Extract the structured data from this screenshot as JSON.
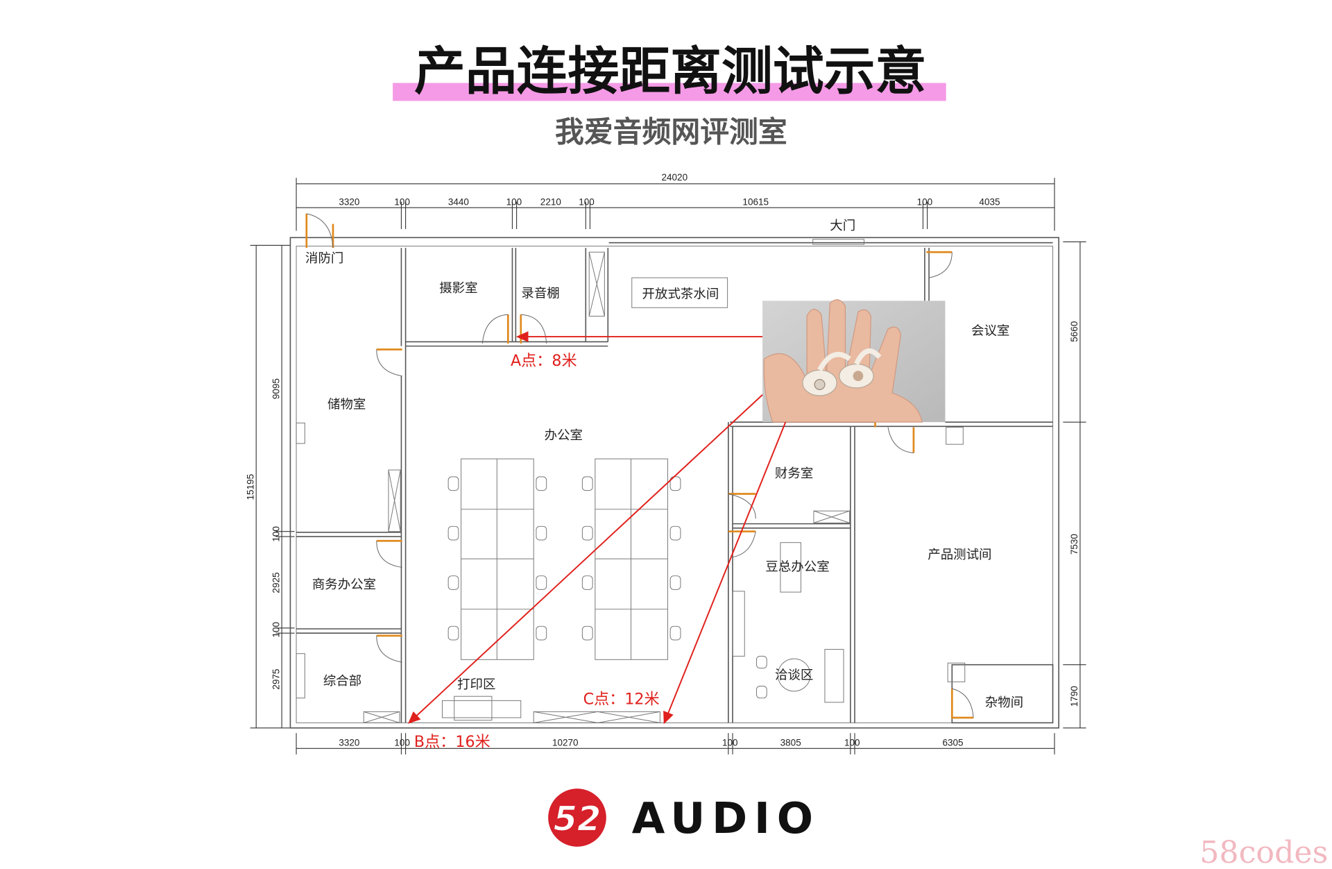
{
  "header": {
    "title": "产品连接距离测试示意",
    "subtitle": "我爱音频网评测室",
    "highlight_color": "#f59ae6"
  },
  "rooms": [
    "消防门",
    "摄影室",
    "录音棚",
    "开放式茶水间",
    "大门",
    "会议室",
    "储物室",
    "办公室",
    "财务室",
    "豆总办公室",
    "产品测试间",
    "商务办公室",
    "洽谈区",
    "综合部",
    "打印区",
    "杂物间"
  ],
  "dimensions": {
    "total_width": "24020",
    "top": [
      "3320",
      "100",
      "3440",
      "100",
      "2210",
      "100",
      "10615",
      "100",
      "4035"
    ],
    "bottom": [
      "3320",
      "100",
      "10270",
      "100",
      "3805",
      "100",
      "6305"
    ],
    "left_total": "15195",
    "left": [
      "9095",
      "100",
      "2925",
      "100",
      "2975"
    ],
    "right": [
      "5660",
      "7530",
      "1790"
    ]
  },
  "test_points": [
    {
      "label": "A点：8米"
    },
    {
      "label": "B点：16米"
    },
    {
      "label": "C点：12米"
    }
  ],
  "accent_color": "#e0201c",
  "logo": {
    "mark": "52",
    "text": "AUDIO"
  },
  "watermark": "58codes"
}
